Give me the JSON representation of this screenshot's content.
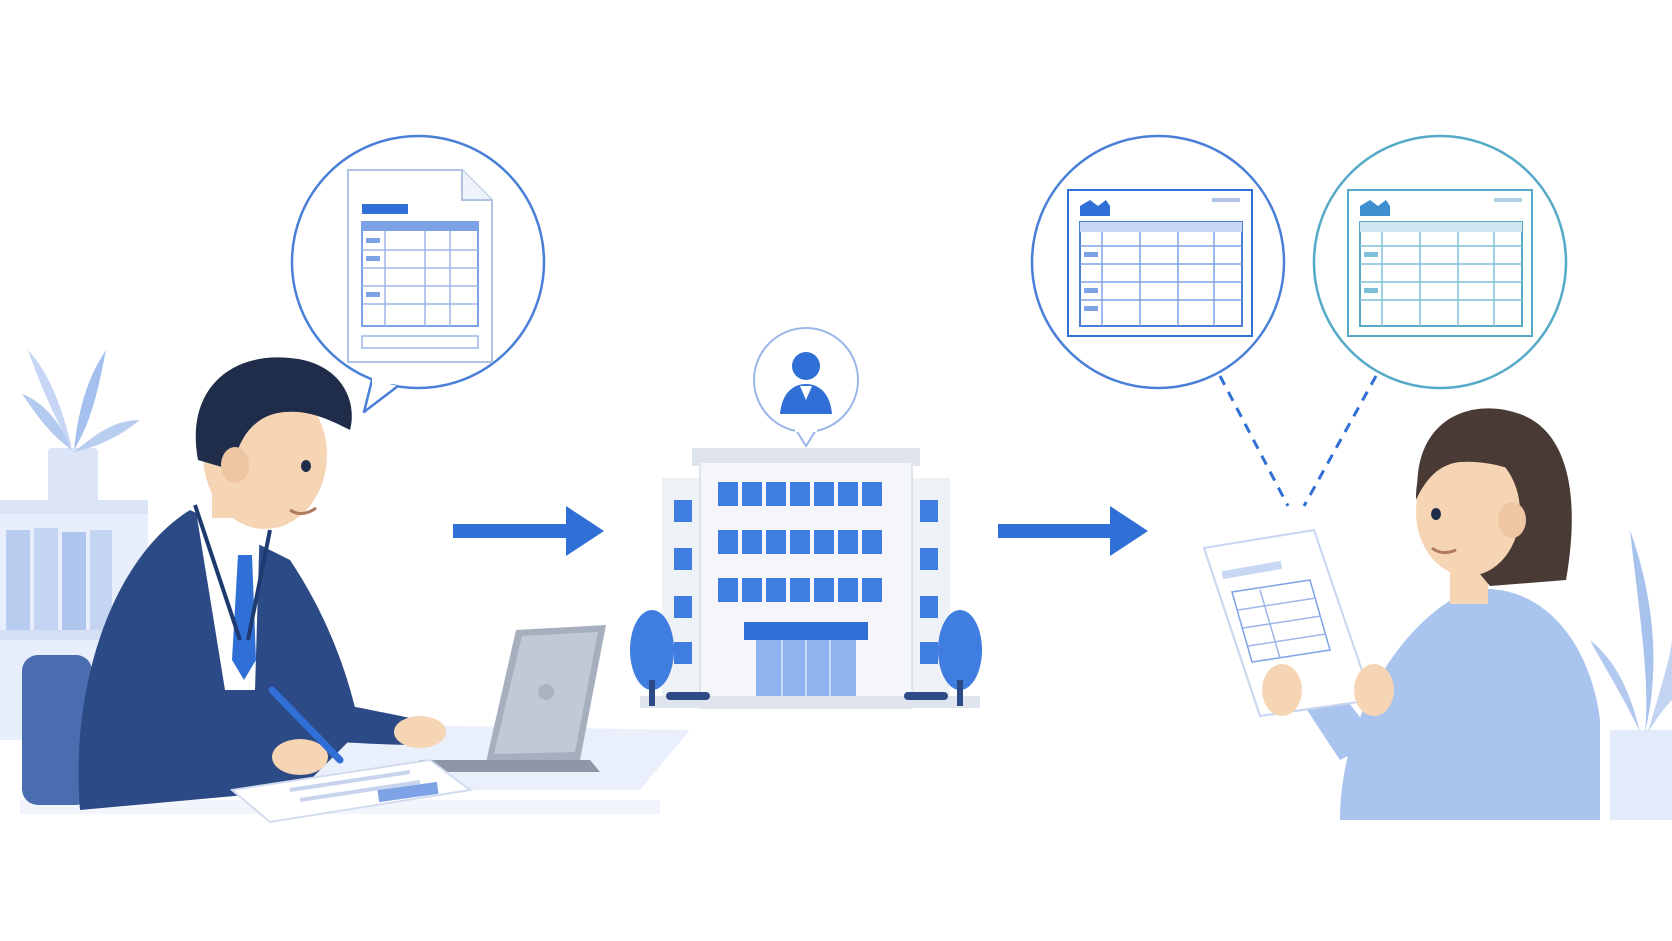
{
  "diagram": {
    "flow": [
      "applicant-at-laptop",
      "office-building",
      "recipient-reviewing-document"
    ],
    "connectors": [
      "arrow-right",
      "arrow-right"
    ],
    "bubbles": [
      {
        "belongs_to": "applicant-at-laptop",
        "content": "document-form-icon"
      },
      {
        "belongs_to": "office-building",
        "content": "person-icon"
      },
      {
        "belongs_to": "recipient-reviewing-document",
        "content": "form-table-icon"
      },
      {
        "belongs_to": "recipient-reviewing-document",
        "content": "form-table-icon"
      }
    ]
  },
  "colors": {
    "primary_blue": "#2f6fd6",
    "navy_suit": "#2b4a86",
    "light_blue": "#a9c4ee",
    "pale_blue": "#e7eefa",
    "teal_outline": "#55aac8",
    "skin": "#f6d5b5",
    "hair_dark": "#1f2d4a",
    "hair_brown": "#4a3a36"
  }
}
